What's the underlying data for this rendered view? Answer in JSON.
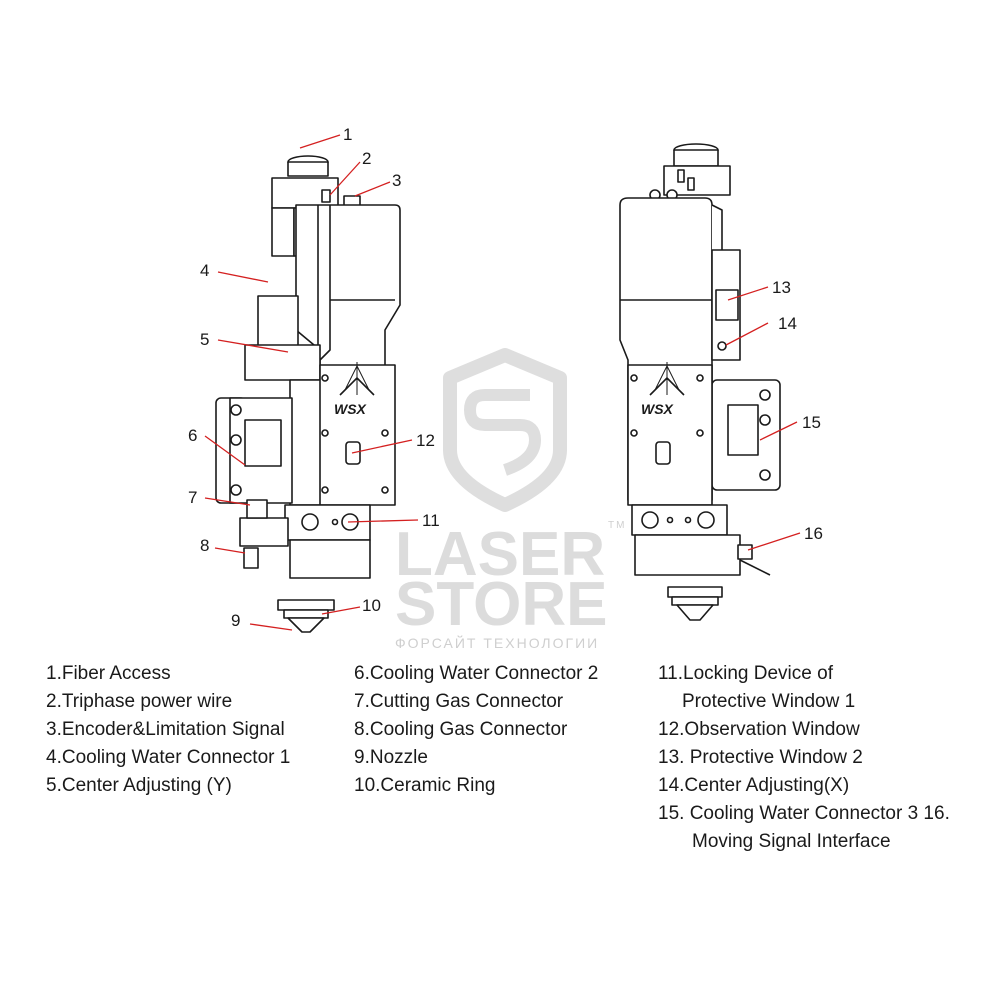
{
  "watermark": {
    "line1": "LASER",
    "line2": "STORE",
    "subtitle": "ФОРСАЙТ ТЕХНОЛОГИИ",
    "tm": "TM",
    "color": "#d8d8d8"
  },
  "logo_text": "WSX",
  "callout_color": "#d42020",
  "callouts": [
    "1",
    "2",
    "3",
    "4",
    "5",
    "6",
    "7",
    "8",
    "9",
    "10",
    "11",
    "12",
    "13",
    "14",
    "15",
    "16"
  ],
  "legend": {
    "col1": [
      "1.Fiber Access",
      "2.Triphase power wire",
      "3.Encoder&Limitation Signal",
      "4.Cooling Water Connector 1",
      "5.Center Adjusting (Y)"
    ],
    "col2": [
      "6.Cooling Water Connector 2",
      "7.Cutting Gas Connector",
      "8.Cooling Gas Connector",
      "9.Nozzle",
      "10.Ceramic Ring"
    ],
    "col3": [
      "11.Locking Device of",
      "Protective Window 1",
      "12.Observation Window",
      "13. Protective Window 2",
      "14.Center Adjusting(X)",
      "15. Cooling Water Connector 3 16.",
      "Moving Signal Interface"
    ]
  }
}
